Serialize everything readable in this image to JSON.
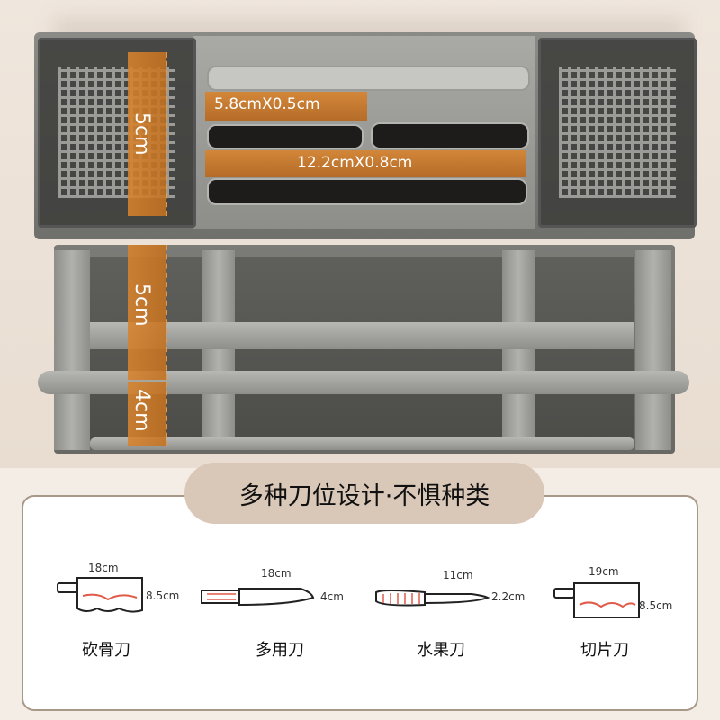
{
  "dimensions": {
    "slot_small": "5.8cmX0.5cm",
    "slot_large": "12.2cmX0.8cm",
    "basket_height": "5cm",
    "rack_height_1": "5cm",
    "rack_height_2": "4cm"
  },
  "title": "多种刀位设计·不惧种类",
  "knives": [
    {
      "name": "砍骨刀",
      "length": "18cm",
      "width": "8.5cm"
    },
    {
      "name": "多用刀",
      "length": "18cm",
      "width": "4cm"
    },
    {
      "name": "水果刀",
      "length": "11cm",
      "width": "2.2cm"
    },
    {
      "name": "切片刀",
      "length": "19cm",
      "width": "8.5cm"
    }
  ],
  "colors": {
    "accent": "#d8842e",
    "pill": "#d9c8b8",
    "card_border": "#a89888"
  }
}
